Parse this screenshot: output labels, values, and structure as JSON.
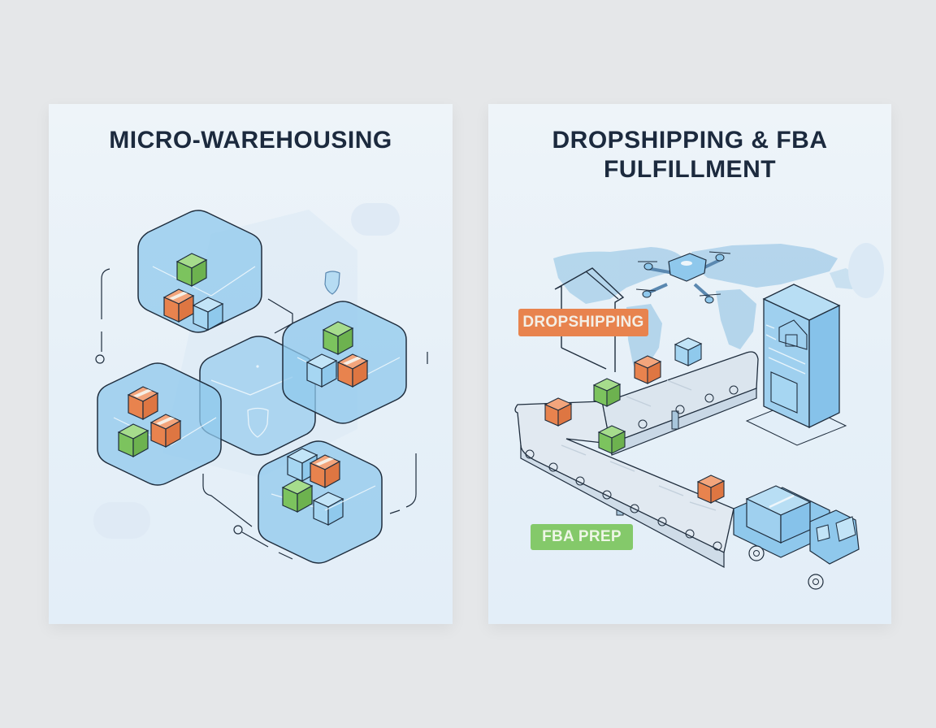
{
  "panels": [
    {
      "id": "micro-warehousing",
      "title": "MICRO-WAREHOUSING",
      "illustration": {
        "description": "Isometric hexagon storage cells holding colored boxes, connected by lines, with shield icons",
        "icons": [
          "hexagon-cell",
          "box-green",
          "box-orange",
          "box-blue",
          "shield-icon",
          "node-circle"
        ]
      }
    },
    {
      "id": "dropshipping-fba",
      "title_line1": "DROPSHIPPING & FBA",
      "title_line2": "FULFILLMENT",
      "labels": {
        "dropshipping": "DROPSHIPPING",
        "fba_prep": "FBA PREP"
      },
      "illustration": {
        "description": "World map backdrop with delivery drone, house outline, L-shaped conveyor belt carrying boxes, warehouse building, and delivery truck",
        "icons": [
          "world-map",
          "drone-icon",
          "house-icon",
          "conveyor-belt",
          "warehouse-icon",
          "truck-icon"
        ]
      }
    }
  ],
  "colors": {
    "page_background": "#e5e7e9",
    "panel_background": "#eaf2f9",
    "title_text": "#1c2a3e",
    "hex_fill": "#9fd0ef",
    "box_green": "#7cc35e",
    "box_orange": "#e8834e",
    "box_blue": "#9fd0ef",
    "tag_dropshipping": "#e8834e",
    "tag_fba": "#84c96a",
    "outline": "#1f2d3d"
  }
}
